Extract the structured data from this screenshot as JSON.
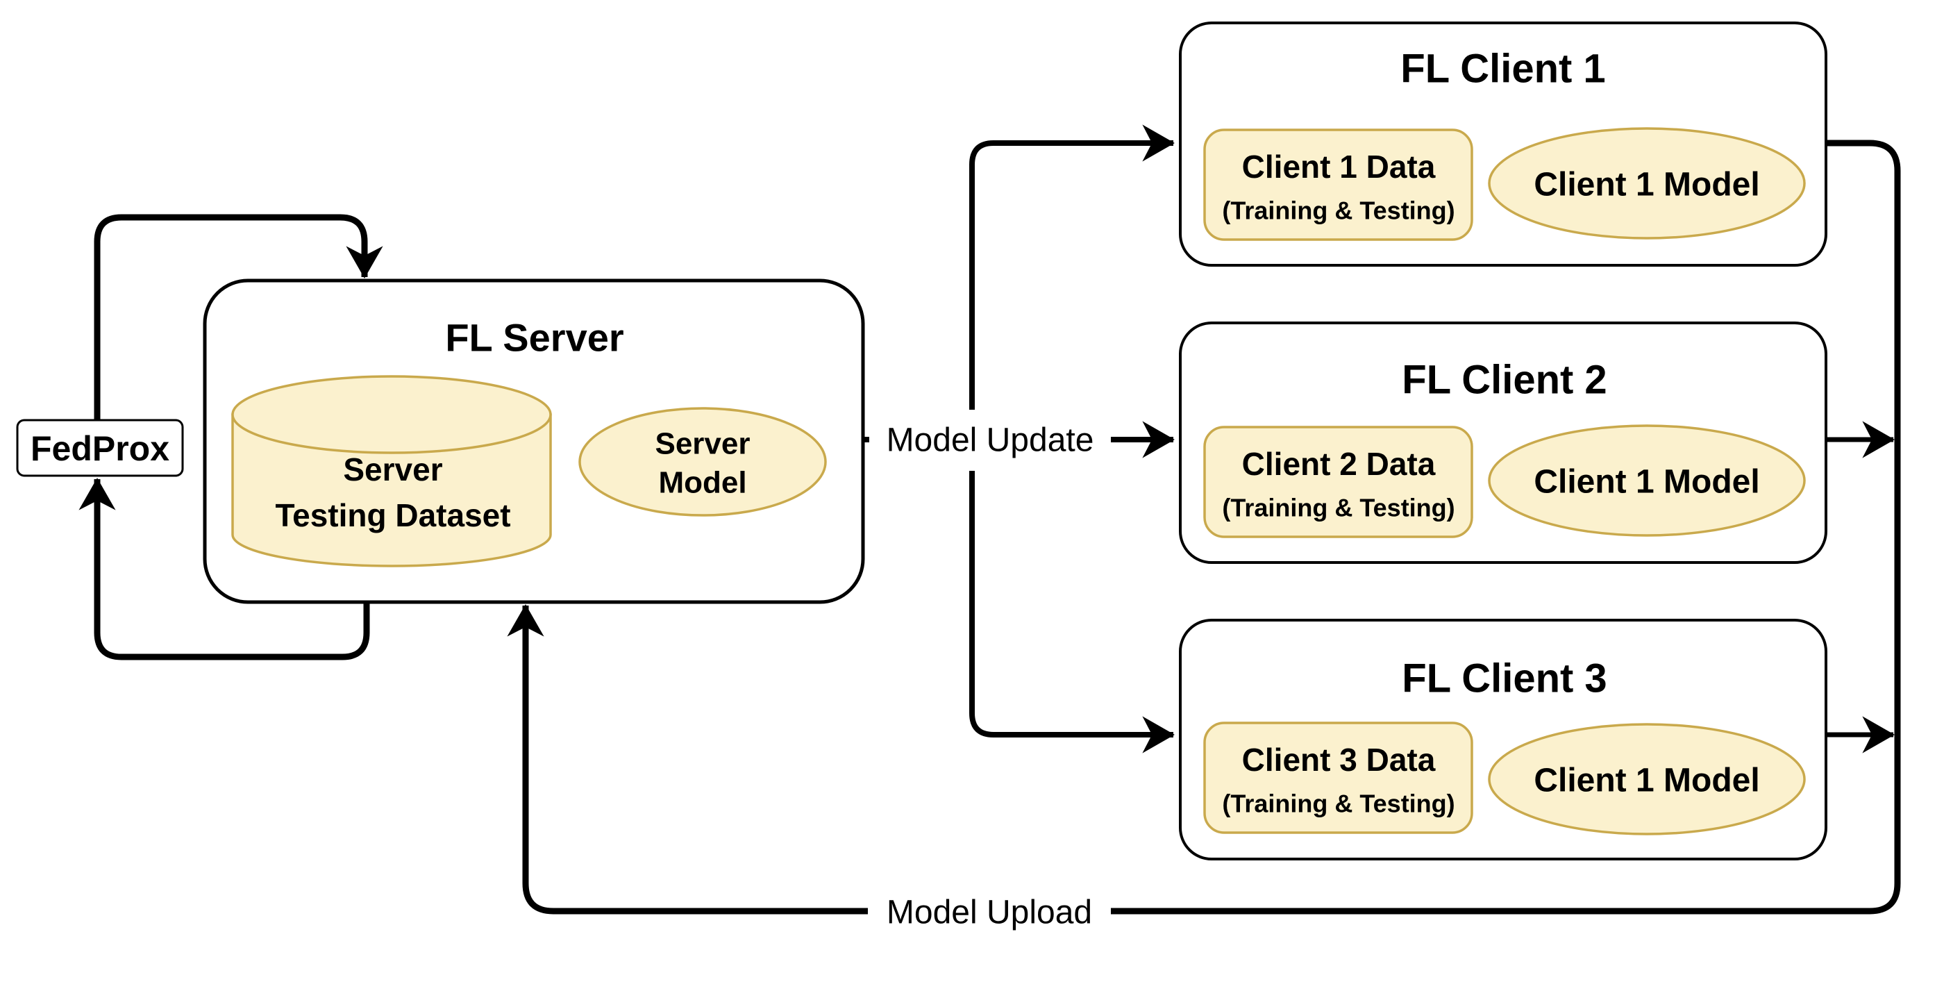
{
  "diagram": {
    "title": "Federated Learning architecture with FedProx",
    "colors": {
      "background": "#ffffff",
      "shape_fill": "#FBF1CE",
      "shape_stroke": "#C9A94C",
      "line": "#000000",
      "text": "#000000"
    },
    "algorithm": {
      "label": "FedProx"
    },
    "server": {
      "title": "FL Server",
      "dataset": {
        "line1": "Server",
        "line2": "Testing Dataset"
      },
      "model": {
        "line1": "Server",
        "line2": "Model"
      }
    },
    "clients": [
      {
        "title": "FL Client 1",
        "data_line1": "Client 1 Data",
        "data_line2": "(Training & Testing)",
        "model": "Client 1 Model"
      },
      {
        "title": "FL Client 2",
        "data_line1": "Client 2 Data",
        "data_line2": "(Training & Testing)",
        "model": "Client 1 Model"
      },
      {
        "title": "FL Client 3",
        "data_line1": "Client 3 Data",
        "data_line2": "(Training & Testing)",
        "model": "Client 1 Model"
      }
    ],
    "edges": {
      "update_label": "Model Update",
      "upload_label": "Model Upload"
    }
  }
}
